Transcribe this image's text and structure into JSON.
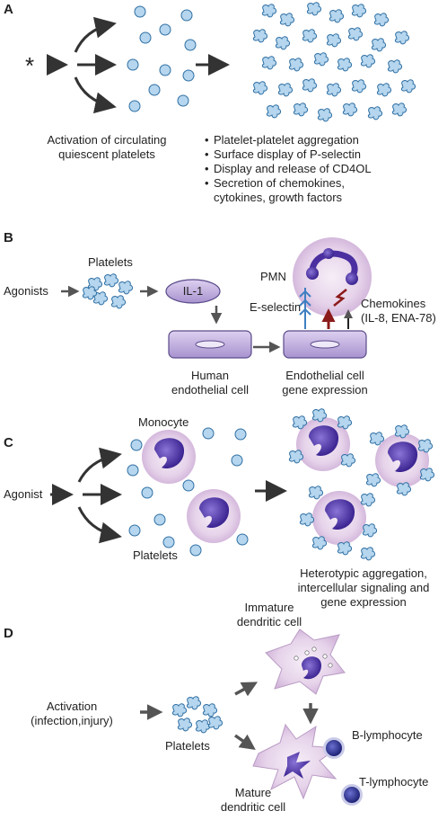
{
  "panels": [
    "A",
    "B",
    "C",
    "D"
  ],
  "a": {
    "star": "*",
    "caption": [
      "Activation of circulating",
      "quiescent platelets"
    ],
    "bullets": [
      "Platelet-platelet aggregation",
      "Surface display of P-selectin",
      "Display and release of CD4OL",
      "Secretion of chemokines,",
      "cytokines, growth factors"
    ]
  },
  "b": {
    "agonists": "Agonists",
    "platelets": "Platelets",
    "il1": "IL-1",
    "human_ec": [
      "Human",
      "endothelial cell"
    ],
    "pmn": "PMN",
    "e_selectin": "E-selectin",
    "chemokines": [
      "Chemokines",
      "(IL-8, ENA-78)"
    ],
    "ec_gene": [
      "Endothelial cell",
      "gene expression"
    ]
  },
  "c": {
    "monocyte": "Monocyte",
    "agonist": "Agonist",
    "platelets": "Platelets",
    "result": [
      "Heterotypic aggregation,",
      "intercellular signaling and",
      "gene expression"
    ]
  },
  "d": {
    "activation": [
      "Activation",
      "(infection,injury)"
    ],
    "platelets": "Platelets",
    "immature": [
      "Immature",
      "dendritic cell"
    ],
    "b_lymph": "B-lymphocyte",
    "t_lymph": "T-lymphocyte",
    "mature": [
      "Mature",
      "dendritic cell"
    ]
  },
  "colors": {
    "platelet_fill": "#b5d6ee",
    "platelet_stroke": "#2f6fa3",
    "nucleus": "#4b2fa0",
    "cell_halo": "#e6d3ea",
    "endothelial": "#c9b8e3",
    "chemokine_red": "#8b1a1a",
    "arrow": "#444444"
  }
}
